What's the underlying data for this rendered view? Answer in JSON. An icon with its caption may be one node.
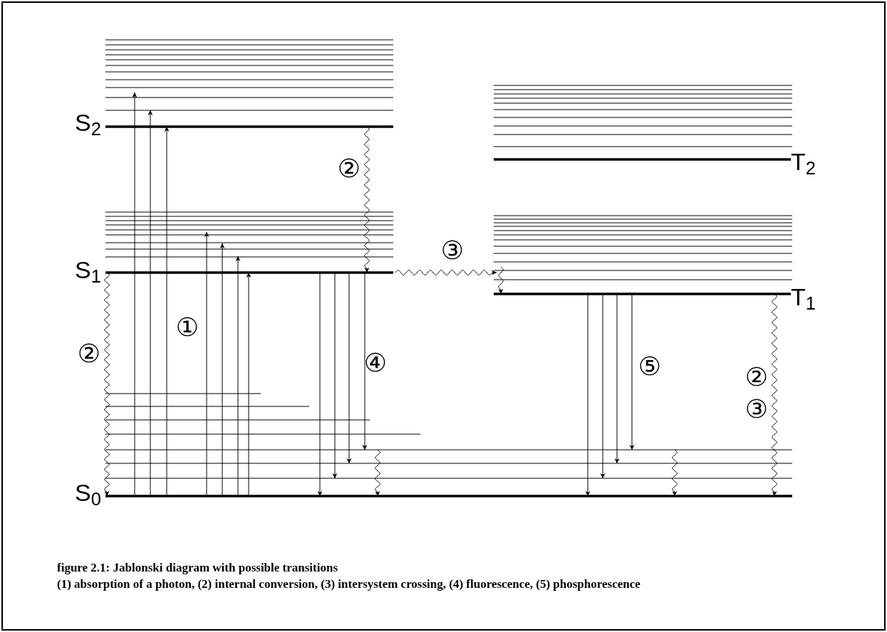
{
  "diagram": {
    "title": "figure 2.1: Jablonski diagram with possible transitions",
    "caption": "(1) absorption of a photon, (2) internal conversion, (3) intersystem crossing, (4) fluorescence, (5) phosphorescence",
    "labels": [
      "S$_{2}$",
      "②",
      "T$_{2}$",
      "③",
      "S$_{1}$",
      "T$_{1}$",
      "①",
      "②",
      "④",
      "⑤",
      "②",
      "③",
      "S$_{0}$"
    ]
  }
}
